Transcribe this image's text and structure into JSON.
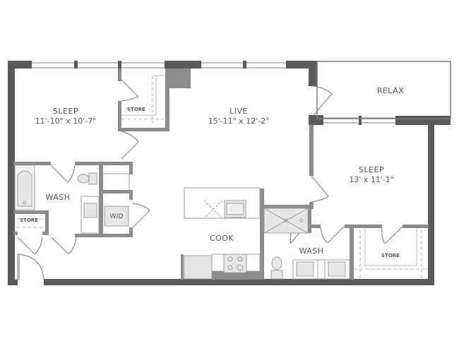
{
  "floorplan": {
    "colors": {
      "exterior_wall": "#5a5a5a",
      "interior_wall": "#8c8c8c",
      "fixture_fill": "#e6e6e6",
      "fixture_stroke": "#9a9a9a",
      "label": "#555555",
      "background": "#ffffff"
    },
    "rooms": [
      {
        "id": "sleep-1",
        "name": "SLEEP",
        "dimensions": "11'-10\" x 10'-7\""
      },
      {
        "id": "live",
        "name": "LIVE",
        "dimensions": "15'-11\" x 12'-2\""
      },
      {
        "id": "relax",
        "name": "RELAX",
        "dimensions": ""
      },
      {
        "id": "sleep-2",
        "name": "SLEEP",
        "dimensions": "13' x 11'-1\""
      },
      {
        "id": "wash-1",
        "name": "WASH",
        "dimensions": ""
      },
      {
        "id": "cook",
        "name": "COOK",
        "dimensions": ""
      },
      {
        "id": "wash-2",
        "name": "WASH",
        "dimensions": ""
      }
    ],
    "labels": {
      "store_1": "STORE",
      "store_2": "STORE",
      "store_3": "STORE",
      "washer_dryer": "W/D"
    },
    "fixtures": [
      "bathtub",
      "toilet",
      "sink",
      "washer-dryer",
      "kitchen-island-sink",
      "dishwasher",
      "refrigerator",
      "range-cooktop",
      "shower",
      "toilet",
      "double-vanity-sinks"
    ]
  }
}
